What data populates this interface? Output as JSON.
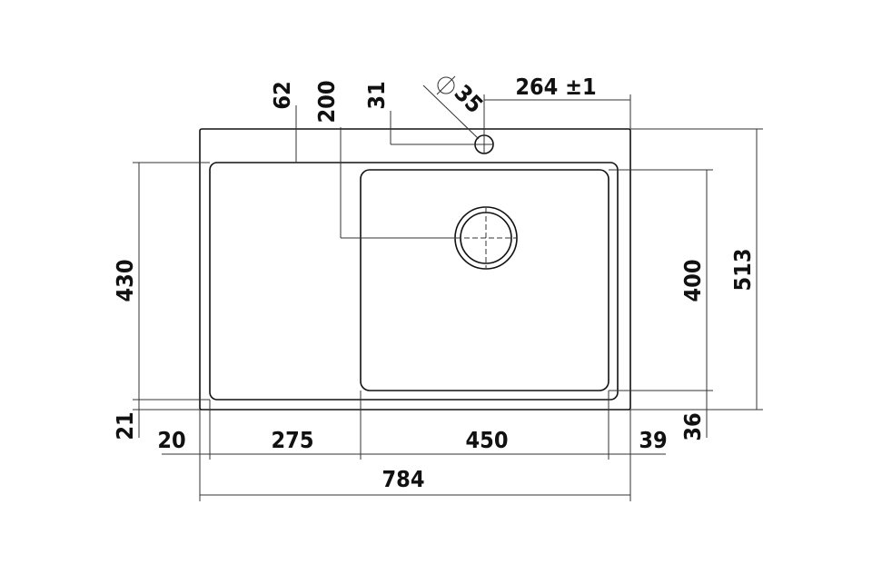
{
  "diagram": {
    "dimensions": {
      "overall_width": "784",
      "overall_height": "513",
      "left_margin": "20",
      "drainboard_width": "275",
      "bowl_width": "450",
      "right_margin": "39",
      "drainboard_height": "430",
      "bowl_height": "400",
      "bottom_margin_left": "21",
      "bottom_margin_right": "36",
      "top_margin": "62",
      "drain_center_from_top": "200",
      "tap_hole_from_top": "31",
      "tap_hole_from_right": "264 ±1",
      "tap_hole_diameter": "35"
    },
    "colors": {
      "line": "#111111",
      "background": "#ffffff"
    }
  }
}
